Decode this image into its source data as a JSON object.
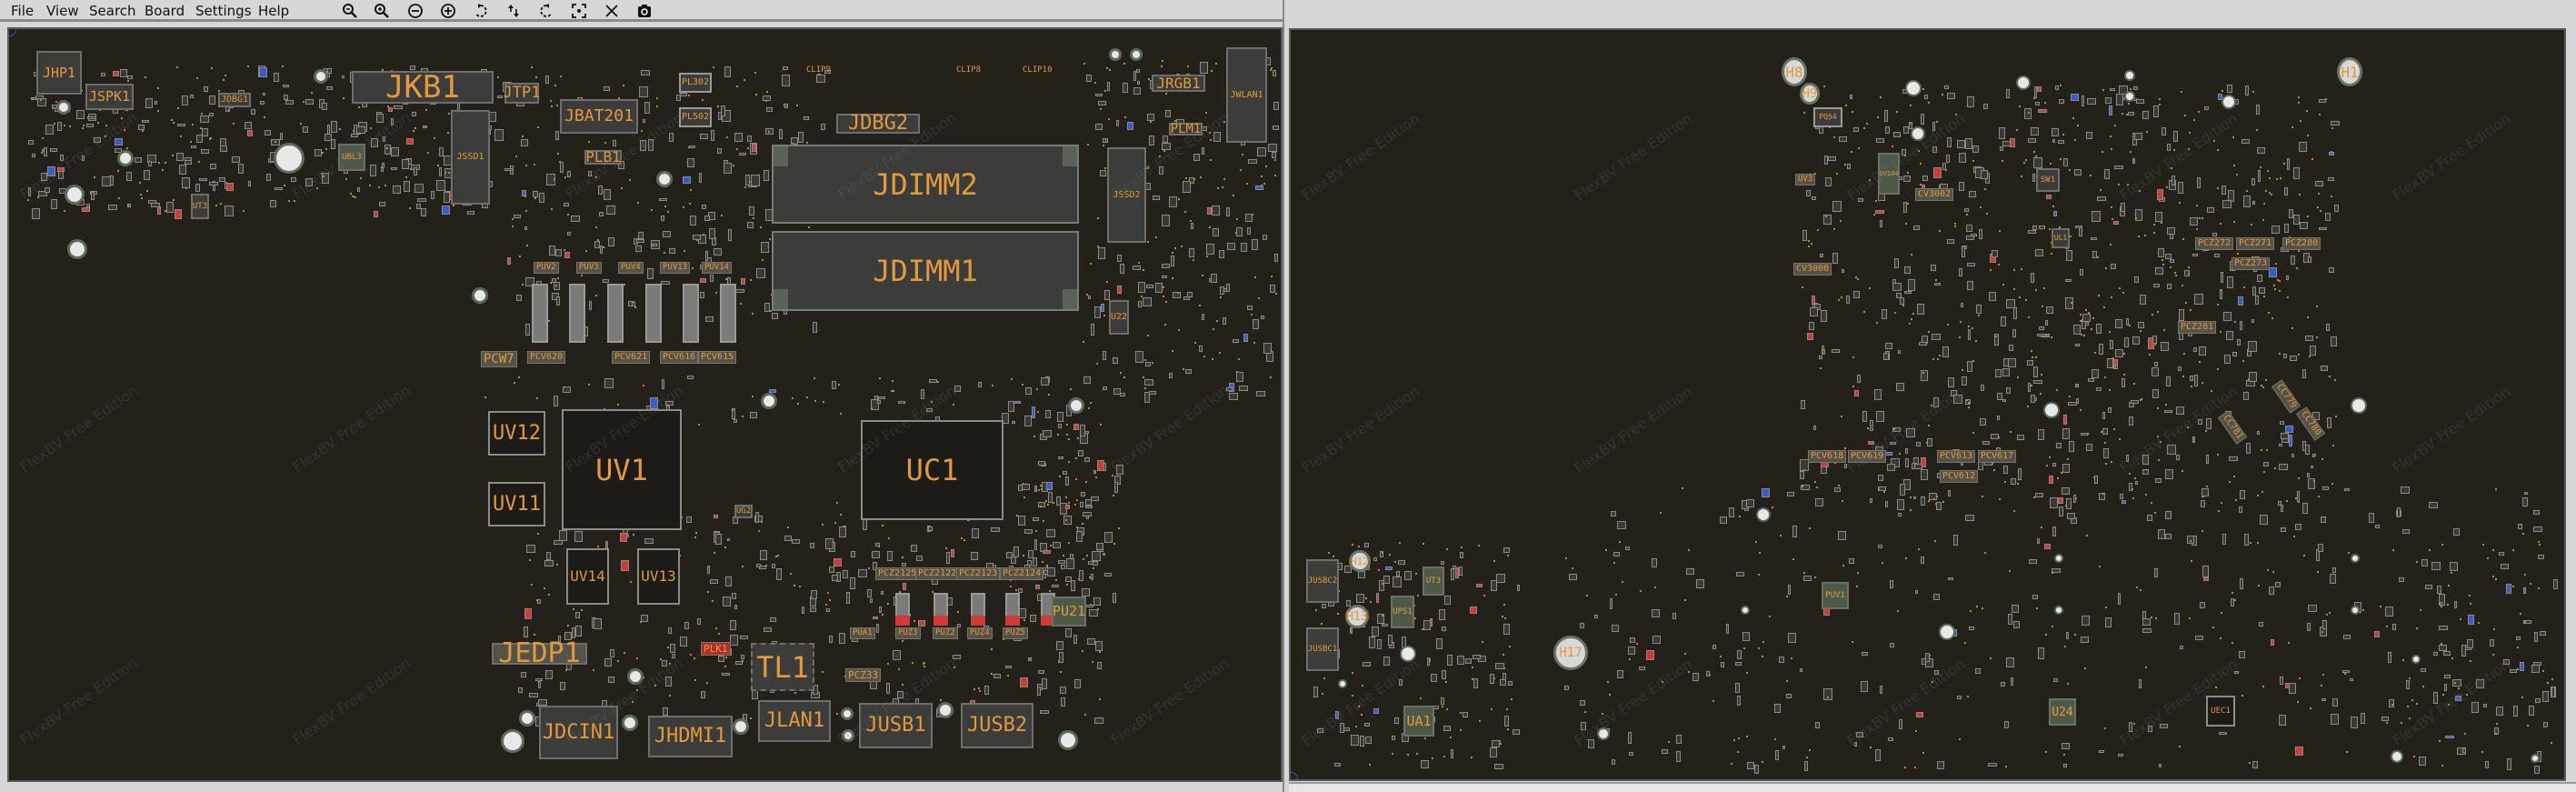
{
  "menu": [
    "File",
    "View",
    "Search",
    "Board",
    "Settings",
    "Help"
  ],
  "toolbar": [
    "zoom-out-icon",
    "zoom-in-icon",
    "minus-circle-icon",
    "plus-circle-icon",
    "rotate-left-icon",
    "flip-icon",
    "rotate-right-icon",
    "fit-view-icon",
    "close-icon",
    "camera-icon"
  ],
  "watermark": "FlexBV Free Edition",
  "colors": {
    "board": "#24211b",
    "label": "#e39a3a",
    "part_fill": "#3c3c3a",
    "part_border": "#6e6e6b",
    "pad_red": "#d23a3a",
    "pad_blue": "#3a5ad2"
  },
  "left": {
    "JHP1": "JHP1",
    "JSPK1": "JSPK1",
    "JDBG1": "JDBG1",
    "JKB1": "JKB1",
    "JTP1": "JTP1",
    "JBAT201": "JBAT201",
    "JSSD1": "JSSD1",
    "PLB1": "PLB1",
    "JDBG2": "JDBG2",
    "JDIMM2": "JDIMM2",
    "JDIMM1": "JDIMM1",
    "JRGB1": "JRGB1",
    "JWLAN1": "JWLAN1",
    "JSSD2": "JSSD2",
    "PLM1": "PLM1",
    "UV12": "UV12",
    "UV11": "UV11",
    "UV1": "UV1",
    "UC1": "UC1",
    "UV14": "UV14",
    "UV13": "UV13",
    "JEDP1": "JEDP1",
    "TL1": "TL1",
    "JLAN1": "JLAN1",
    "JUSB1": "JUSB1",
    "JUSB2": "JUSB2",
    "JDCIN1": "JDCIN1",
    "JHDMI1": "JHDMI1",
    "PU21": "PU21",
    "PCW7": "PCW7",
    "PCV620": "PCV620",
    "PCV621": "PCV621",
    "PCV616": "PCV616",
    "PCV615": "PCV615",
    "PUV2": "PUV2",
    "PUV3": "PUV3",
    "PUV4": "PUV4",
    "PUV13": "PUV13",
    "PUV14": "PUV14",
    "PCZ2125": "PCZ2125",
    "PCZ2122": "PCZ2122",
    "PCZ2123": "PCZ2123",
    "PCZ2124": "PCZ2124",
    "PUA1": "PUA1",
    "PUZ3": "PUZ3",
    "PUZ2": "PUZ2",
    "PUZ4": "PUZ4",
    "PUZ5": "PUZ5",
    "PLK1": "PLK1",
    "PCZ33": "PCZ33",
    "UG2": "UG2",
    "PL302": "PL302",
    "PL502": "PL502",
    "UBL3": "UBL3",
    "UT3": "UT3",
    "U22": "U22",
    "CLIP9": "CLIP9",
    "CLIP8": "CLIP8",
    "CLIP10": "CLIP10"
  },
  "right": {
    "H8": "H8",
    "H9": "H9",
    "H1": "H1",
    "H12": "H12",
    "H13": "H13",
    "H17": "H17",
    "JUSBC2": "JUSBC2",
    "JUSBC1": "JUSBC1",
    "UA1": "UA1",
    "UPS1": "UPS1",
    "UT3": "UT3",
    "PUV1": "PUV1",
    "U24": "U24",
    "UEC1": "UEC1",
    "SW1": "SW1",
    "UL1": "UL1",
    "UV104": "UV104",
    "CV3002": "CV3002",
    "CV3000": "CV3000",
    "PQ54": "PQ54",
    "UV3": "UV3",
    "PCZ272": "PCZ272",
    "PCZ271": "PCZ271",
    "PCZ280": "PCZ280",
    "PCZ273": "PCZ273",
    "PCZ281": "PCZ281",
    "PCV618": "PCV618",
    "PCV619": "PCV619",
    "PCV613": "PCV613",
    "PCV617": "PCV617",
    "PCV612": "PCV612",
    "CC779": "CC779",
    "CC781": "CC781",
    "CC780": "CC780"
  }
}
